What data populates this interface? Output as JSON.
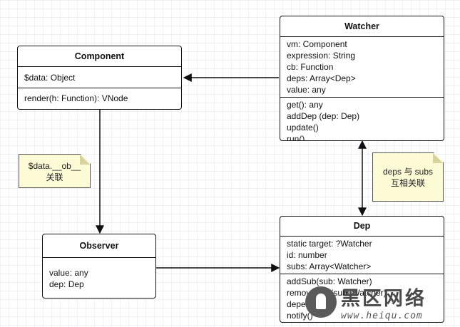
{
  "component": {
    "title": "Component",
    "attributes": [
      "$data: Object"
    ],
    "methods": [
      "render(h: Function): VNode"
    ]
  },
  "watcher": {
    "title": "Watcher",
    "attributes": [
      "vm: Component",
      "expression: String",
      "cb: Function",
      "deps: Array<Dep>",
      "value: any"
    ],
    "methods": [
      "get(): any",
      "addDep (dep: Dep)",
      "update()",
      "run()"
    ]
  },
  "observer": {
    "title": "Observer",
    "attributes": [
      "value: any",
      "dep: Dep"
    ]
  },
  "dep": {
    "title": "Dep",
    "attributes": [
      "static target: ?Watcher",
      "id: number",
      "subs: Array<Watcher>"
    ],
    "methods": [
      "addSub(sub: Watcher)",
      "removeSub(sub: Watcher)",
      "depend()",
      "notify()"
    ]
  },
  "notes": {
    "data_ob": [
      "$data.__ob__",
      "关联"
    ],
    "deps_subs": [
      "deps 与 subs",
      "互相关联"
    ]
  },
  "watermark": {
    "title": "黑区网络",
    "url": "www.heiqu.com"
  },
  "colors": {
    "line": "#111111",
    "note_fill": "#fdfbd6",
    "box_fill": "#ffffff",
    "grid": "#eef1f5"
  }
}
